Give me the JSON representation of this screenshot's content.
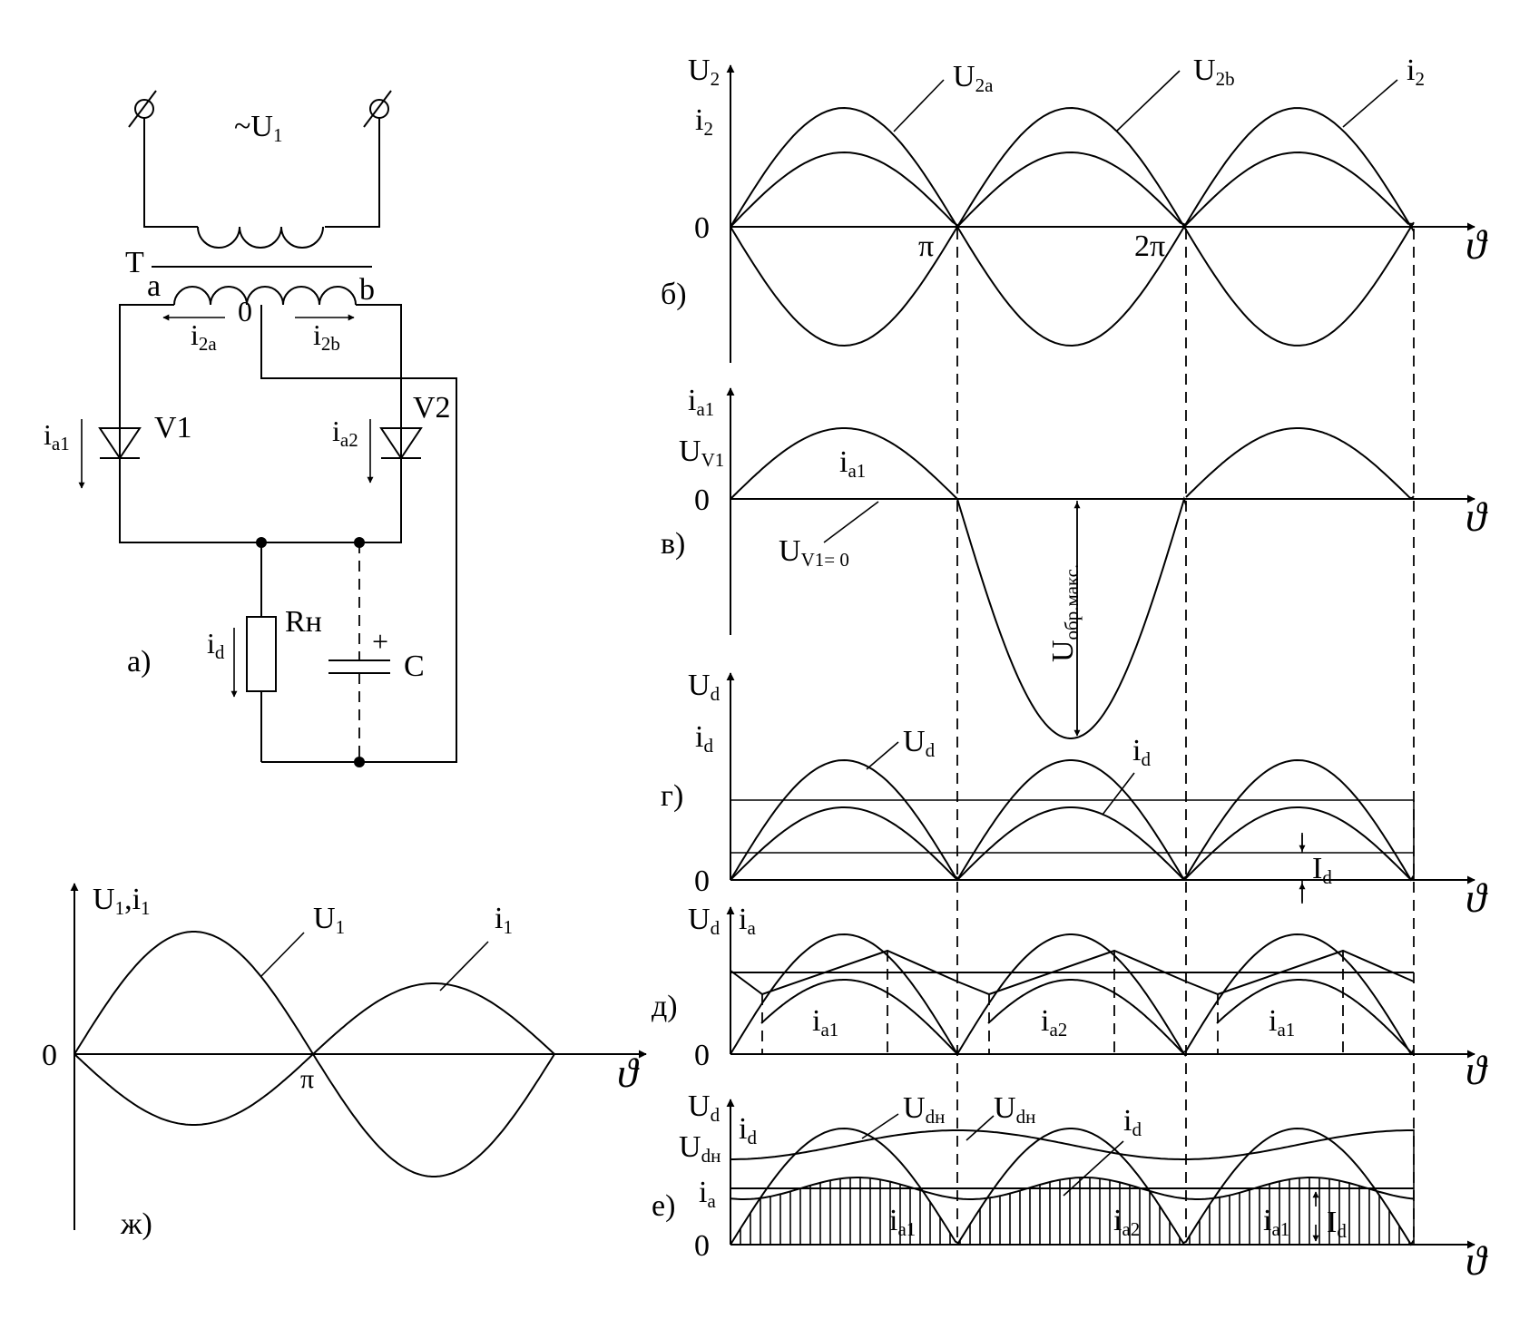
{
  "circuit": {
    "supply": "~U",
    "supply_sub": "1",
    "transformer": "T",
    "tap_a": "a",
    "tap_b": "b",
    "center": "0",
    "i2a": "i",
    "i2a_sub": "2a",
    "i2b": "i",
    "i2b_sub": "2b",
    "ia1": "i",
    "ia1_sub": "a1",
    "ia2": "i",
    "ia2_sub": "a2",
    "v1": "V1",
    "v2": "V2",
    "rn": "Rн",
    "id": "i",
    "id_sub": "d",
    "cap": "C",
    "cap_plus": "+",
    "letter": "а)"
  },
  "panel_b": {
    "letter": "б)",
    "y1": "U",
    "y1_sub": "2",
    "y2": "i",
    "y2_sub": "2",
    "zero": "0",
    "pi": "π",
    "twopi": "2π",
    "theta": "ϑ",
    "l_u2a": "U",
    "l_u2a_sub": "2a",
    "l_u2b": "U",
    "l_u2b_sub": "2b",
    "l_i2": "i",
    "l_i2_sub": "2"
  },
  "panel_v": {
    "letter": "в)",
    "y1": "i",
    "y1_sub": "a1",
    "y2": "U",
    "y2_sub": "V1",
    "zero": "0",
    "theta": "ϑ",
    "l_ia1": "i",
    "l_ia1_sub": "a1",
    "l_uv1": "U",
    "l_uv1_sub": "V1= 0",
    "l_uobr": "U",
    "l_uobr_sub": "обр.макс."
  },
  "panel_g": {
    "letter": "г)",
    "y1": "U",
    "y1_sub": "d",
    "y2": "i",
    "y2_sub": "d",
    "zero": "0",
    "theta": "ϑ",
    "l_ud": "U",
    "l_ud_sub": "d",
    "l_id": "i",
    "l_id_sub": "d",
    "l_Id": "I",
    "l_Id_sub": "d"
  },
  "panel_d": {
    "letter": "д)",
    "y1": "U",
    "y1_sub": "d",
    "y2": "i",
    "y2_sub": "a",
    "zero": "0",
    "theta": "ϑ",
    "l1": "i",
    "l1_sub": "a1",
    "l2": "i",
    "l2_sub": "a2",
    "l3": "i",
    "l3_sub": "a1"
  },
  "panel_e": {
    "letter": "е)",
    "y1": "U",
    "y1_sub": "d",
    "y2": "i",
    "y2_sub": "d",
    "y3": "U",
    "y3_sub": "dн",
    "y4": "i",
    "y4_sub": "a",
    "zero": "0",
    "theta": "ϑ",
    "l_udn1": "U",
    "l_udn1_sub": "dн",
    "l_udn2": "U",
    "l_udn2_sub": "dн",
    "l_id": "i",
    "l_id_sub": "d",
    "l1": "i",
    "l1_sub": "a1",
    "l2": "i",
    "l2_sub": "a2",
    "l3": "i",
    "l3_sub": "a1",
    "l_Id": "I",
    "l_Id_sub": "d"
  },
  "panel_zh": {
    "letter": "ж)",
    "y1": "U",
    "y1_sub": "1",
    "sep": ",",
    "y2": "i",
    "y2_sub": "1",
    "zero": "0",
    "pi": "π",
    "theta": "ϑ",
    "l_u1": "U",
    "l_u1_sub": "1",
    "l_i1": "i",
    "l_i1_sub": "1"
  }
}
